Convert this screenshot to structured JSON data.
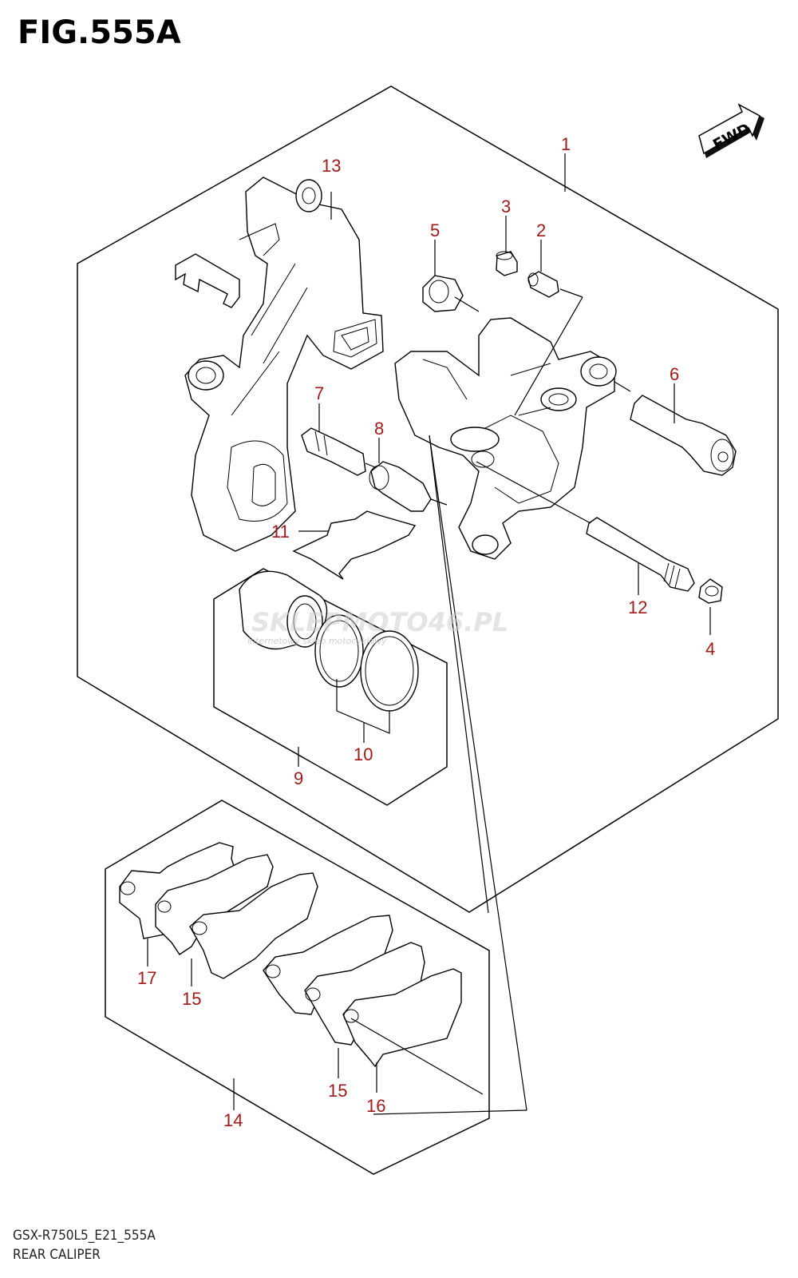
{
  "figure": {
    "title": "FIG.555A",
    "model_code": "GSX-R750L5_E21_555A",
    "name": "REAR CALIPER"
  },
  "fwd_label": "FWD",
  "watermark": {
    "brand": "SKLEPMOTO46.PL",
    "tagline": "internetowy sklep motocyklowy"
  },
  "callouts": {
    "p1": "1",
    "p2": "2",
    "p3": "3",
    "p4": "4",
    "p5": "5",
    "p6": "6",
    "p7": "7",
    "p8": "8",
    "p9": "9",
    "p10": "10",
    "p11": "11",
    "p12": "12",
    "p13": "13",
    "p14": "14",
    "p15a": "15",
    "p15b": "15",
    "p16": "16",
    "p17": "17"
  },
  "colors": {
    "callout": "#a01a1a",
    "line": "#000000"
  }
}
